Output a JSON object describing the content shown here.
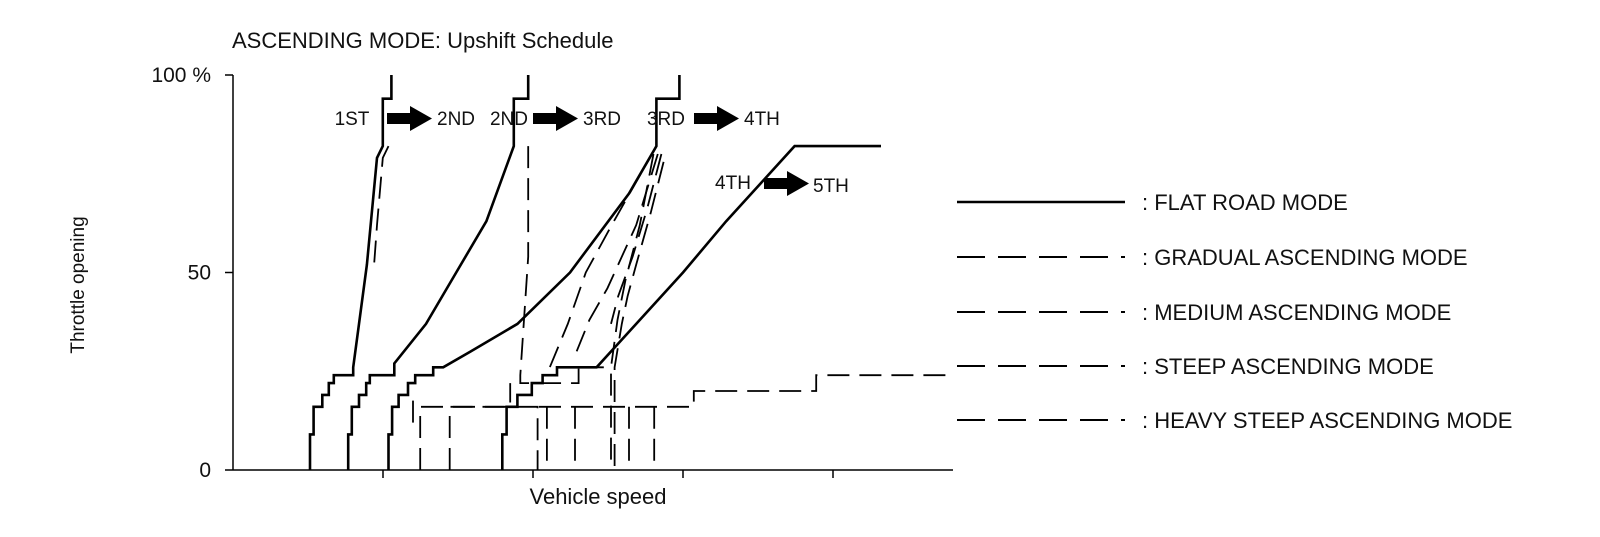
{
  "chart_data": {
    "type": "line",
    "title": "ASCENDING MODE: Upshift Schedule",
    "xlabel": "Vehicle speed",
    "ylabel": "Throttle opening",
    "ylim": [
      0,
      100
    ],
    "yticks": [
      "0",
      "50",
      "100 %"
    ],
    "xticks_count": 4,
    "shift_labels": [
      {
        "from": "1ST",
        "to": "2ND"
      },
      {
        "from": "2ND",
        "to": "3RD"
      },
      {
        "from": "3RD",
        "to": "4TH"
      },
      {
        "from": "4TH",
        "to": "5TH"
      }
    ],
    "legend": [
      {
        "label": ": FLAT ROAD MODE",
        "dash": "solid"
      },
      {
        "label": ": GRADUAL ASCENDING MODE",
        "dash": "dashed"
      },
      {
        "label": ": MEDIUM ASCENDING MODE",
        "dash": "dashed"
      },
      {
        "label": ": STEEP ASCENDING MODE",
        "dash": "dashed"
      },
      {
        "label": ": HEAVY STEEP ASCENDING MODE",
        "dash": "dashed"
      }
    ],
    "series": [
      {
        "mode": "flat",
        "dash": "solid",
        "points": [
          [
            10.7,
            0
          ],
          [
            10.7,
            9
          ],
          [
            11.2,
            9
          ],
          [
            11.2,
            16
          ],
          [
            12.4,
            16
          ],
          [
            12.4,
            19
          ],
          [
            13.3,
            19
          ],
          [
            13.3,
            22
          ],
          [
            14.0,
            22
          ],
          [
            14.0,
            24
          ],
          [
            16.7,
            24
          ],
          [
            16.7,
            26
          ],
          [
            17.5,
            37
          ],
          [
            18.6,
            52
          ],
          [
            20.0,
            79
          ],
          [
            20.8,
            82
          ],
          [
            20.8,
            94
          ],
          [
            22.0,
            94
          ],
          [
            22.0,
            100
          ]
        ]
      },
      {
        "mode": "gradual",
        "dash": "dashed",
        "points": [
          [
            21.6,
            82
          ],
          [
            20.8,
            79
          ],
          [
            20.0,
            62
          ],
          [
            19.6,
            52
          ]
        ]
      },
      {
        "mode": "flat",
        "dash": "solid",
        "points": [
          [
            16.0,
            0
          ],
          [
            16.0,
            9
          ],
          [
            16.5,
            9
          ],
          [
            16.5,
            16
          ],
          [
            17.5,
            16
          ],
          [
            17.5,
            19
          ],
          [
            18.5,
            19
          ],
          [
            18.5,
            22
          ],
          [
            19.0,
            22
          ],
          [
            19.0,
            24
          ],
          [
            22.4,
            24
          ],
          [
            22.4,
            27
          ],
          [
            26.8,
            37
          ],
          [
            31.0,
            50
          ],
          [
            35.2,
            63
          ],
          [
            39.0,
            82
          ],
          [
            39.0,
            94
          ],
          [
            41.0,
            94
          ],
          [
            41.0,
            100
          ]
        ]
      },
      {
        "mode": "flat",
        "dash": "solid",
        "points": [
          [
            21.6,
            0
          ],
          [
            21.6,
            9
          ],
          [
            22.1,
            9
          ],
          [
            22.1,
            16
          ],
          [
            23.0,
            16
          ],
          [
            23.0,
            19
          ],
          [
            24.3,
            19
          ],
          [
            24.3,
            22
          ],
          [
            25.3,
            22
          ],
          [
            25.3,
            24
          ],
          [
            27.8,
            24
          ],
          [
            27.8,
            26
          ],
          [
            29.2,
            26
          ],
          [
            33.0,
            30
          ],
          [
            39.5,
            37
          ],
          [
            46.8,
            50
          ],
          [
            55.0,
            70
          ],
          [
            58.8,
            82
          ],
          [
            58.8,
            94
          ],
          [
            62.0,
            94
          ],
          [
            62.0,
            100
          ]
        ]
      },
      {
        "mode": "gradual",
        "dash": "dashed",
        "points": [
          [
            25.0,
            12
          ],
          [
            25.0,
            19
          ]
        ]
      },
      {
        "mode": "gradual",
        "dash": "dashed",
        "points": [
          [
            41.0,
            82
          ],
          [
            41.0,
            54
          ],
          [
            39.9,
            24
          ],
          [
            39.9,
            22
          ],
          [
            48.0,
            22
          ],
          [
            48.0,
            26
          ],
          [
            51.5,
            26
          ]
        ]
      },
      {
        "mode": "medium",
        "dash": "dashed",
        "points": [
          [
            30.1,
            0
          ],
          [
            30.1,
            16
          ],
          [
            38.5,
            16
          ],
          [
            38.5,
            22
          ]
        ]
      },
      {
        "mode": "flat",
        "dash": "solid",
        "points": [
          [
            37.4,
            0
          ],
          [
            37.4,
            9
          ],
          [
            38.0,
            9
          ],
          [
            38.0,
            16
          ],
          [
            39.5,
            16
          ],
          [
            39.5,
            19
          ],
          [
            41.5,
            19
          ],
          [
            41.5,
            22
          ],
          [
            43.0,
            22
          ],
          [
            43.0,
            24
          ],
          [
            45.0,
            24
          ],
          [
            45.0,
            26
          ],
          [
            50.5,
            26
          ],
          [
            50.5,
            26
          ],
          [
            56.0,
            37
          ],
          [
            62.5,
            50
          ],
          [
            68.5,
            63
          ],
          [
            74.0,
            74
          ],
          [
            78.0,
            82
          ],
          [
            90.0,
            82
          ]
        ]
      },
      {
        "mode": "gradual",
        "dash": "dashed",
        "points": [
          [
            58.8,
            82
          ],
          [
            52.6,
            62
          ],
          [
            49.0,
            50
          ],
          [
            46.5,
            37
          ],
          [
            44.0,
            26
          ]
        ]
      },
      {
        "mode": "medium",
        "dash": "dashed",
        "points": [
          [
            59.0,
            80
          ],
          [
            56.0,
            62
          ],
          [
            52.0,
            46
          ],
          [
            49.5,
            38
          ],
          [
            47.5,
            29
          ]
        ]
      },
      {
        "mode": "steep",
        "dash": "dashed",
        "points": [
          [
            59.5,
            80
          ],
          [
            57.5,
            66
          ],
          [
            55.5,
            54
          ],
          [
            53.5,
            44
          ],
          [
            52.5,
            37
          ]
        ]
      },
      {
        "mode": "heavy",
        "dash": "dashed",
        "points": [
          [
            59.8,
            78
          ],
          [
            58.0,
            65
          ],
          [
            56.0,
            52
          ],
          [
            54.8,
            44
          ],
          [
            54.0,
            37
          ],
          [
            53.0,
            26
          ],
          [
            53.0,
            0
          ]
        ]
      },
      {
        "mode": "heavy",
        "dash": "dashed",
        "points": [
          [
            58.4,
            80
          ],
          [
            56.5,
            62
          ],
          [
            54.5,
            48
          ],
          [
            53.4,
            38
          ],
          [
            52.5,
            26
          ],
          [
            52.5,
            0
          ]
        ]
      },
      {
        "mode": "medium",
        "dash": "dashed",
        "points": [
          [
            26.0,
            0
          ],
          [
            26.0,
            16
          ],
          [
            42.3,
            16
          ],
          [
            42.3,
            0
          ]
        ]
      },
      {
        "mode": "medium",
        "dash": "dashed",
        "points": [
          [
            43.6,
            16
          ],
          [
            43.6,
            0
          ]
        ]
      },
      {
        "mode": "steep",
        "dash": "dashed",
        "points": [
          [
            47.5,
            16
          ],
          [
            47.5,
            0
          ]
        ]
      },
      {
        "mode": "steep",
        "dash": "dashed",
        "points": [
          [
            55.0,
            16
          ],
          [
            55.0,
            0
          ]
        ]
      },
      {
        "mode": "heavy",
        "dash": "dashed",
        "points": [
          [
            58.5,
            16
          ],
          [
            58.5,
            0
          ]
        ]
      },
      {
        "mode": "heavy",
        "dash": "dashed",
        "points": [
          [
            42.5,
            16
          ],
          [
            64.0,
            16
          ],
          [
            64.0,
            20
          ],
          [
            81.0,
            20
          ],
          [
            81.0,
            24
          ],
          [
            100,
            24
          ]
        ]
      }
    ]
  }
}
